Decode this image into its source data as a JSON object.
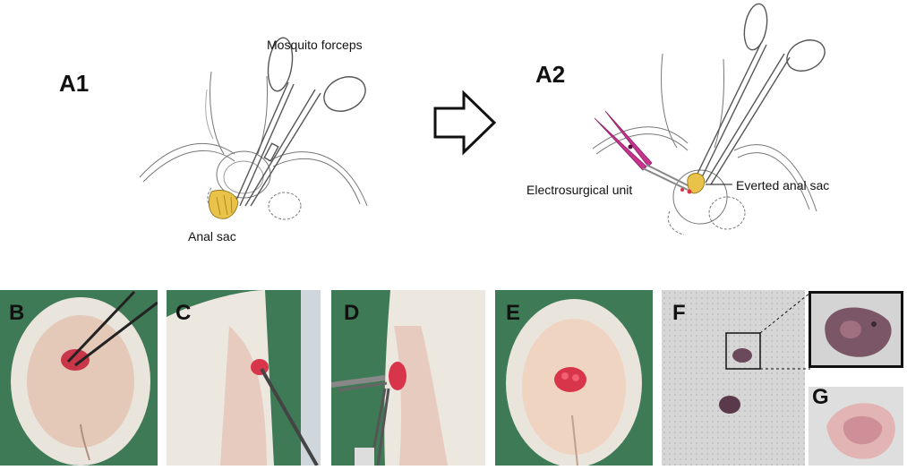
{
  "panels": {
    "a1": {
      "label": "A1",
      "forceps_label": "Mosquito forceps",
      "sac_label": "Anal sac"
    },
    "a2": {
      "label": "A2",
      "esu_label": "Electrosurgical unit",
      "everted_label": "Everted anal sac"
    },
    "b": {
      "label": "B"
    },
    "c": {
      "label": "C"
    },
    "d": {
      "label": "D"
    },
    "e": {
      "label": "E"
    },
    "f": {
      "label": "F"
    },
    "g": {
      "label": "G"
    }
  },
  "colors": {
    "drape_green": "#3f7a56",
    "gauze": "#e9e4dc",
    "skin": "#e8c2b5",
    "wound_red": "#d8354a",
    "sac_yellow": "#e9c24a",
    "esu_magenta": "#c7338f",
    "tissue_purple": "#6a4a5a"
  }
}
